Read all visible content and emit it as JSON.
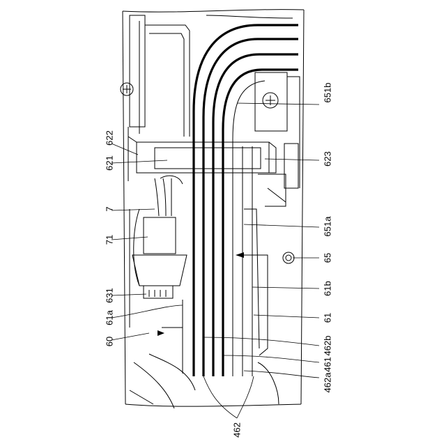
{
  "labels": {
    "l651b": "651b",
    "l622": "622",
    "l621": "621",
    "l623": "623",
    "l7": "7",
    "l651a": "651a",
    "l71": "71",
    "l65": "65",
    "l631": "631",
    "l61b": "61b",
    "l61a": "61a",
    "l61": "61",
    "l60": "60",
    "l462b": "462b",
    "l461": "461",
    "l462a": "462a",
    "l462": "462"
  }
}
